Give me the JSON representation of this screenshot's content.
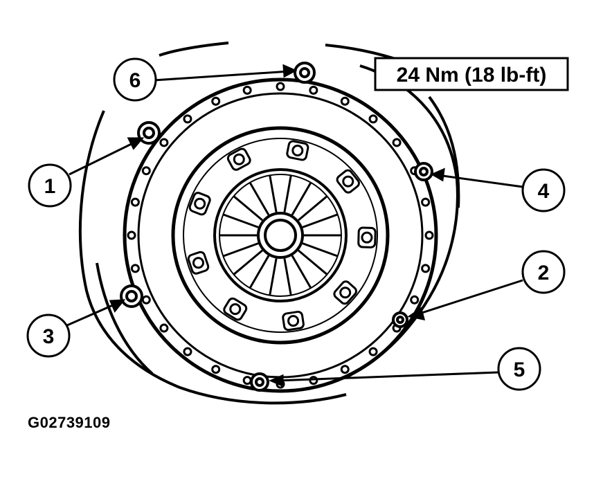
{
  "torque_spec": "24 Nm (18 lb-ft)",
  "figure_id": "G02739109",
  "callouts": [
    "1",
    "2",
    "3",
    "4",
    "5",
    "6"
  ],
  "icons": [
    "pressure-plate-drawing",
    "bolt-icon",
    "arrow-icon"
  ],
  "colors": {
    "ink": "#000000",
    "paper": "#ffffff"
  }
}
